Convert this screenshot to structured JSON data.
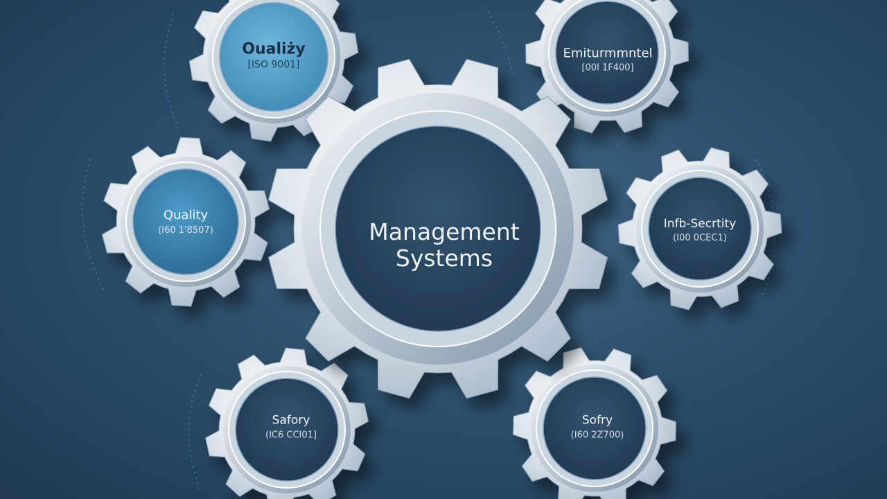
{
  "center": {
    "title_line1": "Management",
    "title_line2": "Systems"
  },
  "gears": {
    "top_left": {
      "title": "Oualiży",
      "code": "[ISO 9001]"
    },
    "top_right": {
      "title": "Emiturmmntel",
      "code": "[00I 1F400]"
    },
    "mid_left": {
      "title": "Quality",
      "code": "(I60 1'8507)"
    },
    "mid_right": {
      "title": "Infb-Secrtity",
      "code": "(I00 0CEC1)"
    },
    "bottom_left": {
      "title": "Safory",
      "code": "(IC6 CCI01]"
    },
    "bottom_right": {
      "title": "Sofry",
      "code": "(I60 2Z700)"
    }
  },
  "colors": {
    "background": "#2d4f6c",
    "gear_metal": "#dfe6ed",
    "inner_dark": "#26425b",
    "inner_blue": "#3a82b0",
    "accent": "#4fb3d6"
  }
}
